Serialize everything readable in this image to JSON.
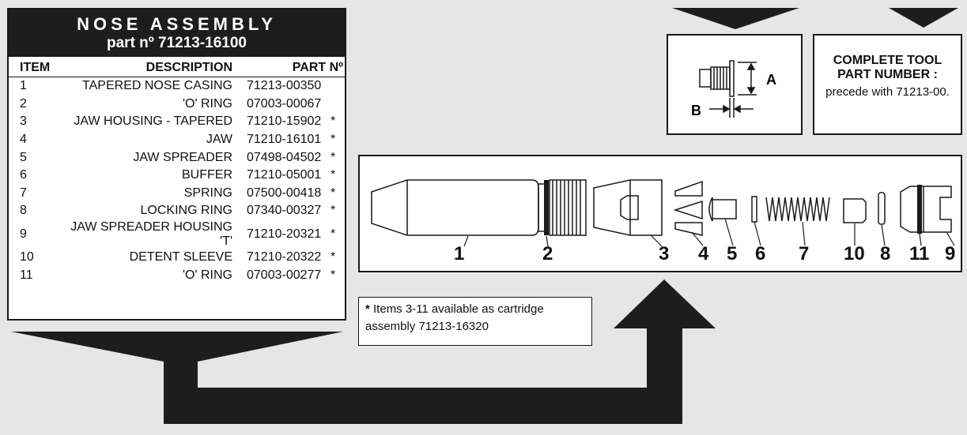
{
  "table": {
    "title": "NOSE ASSEMBLY",
    "subtitle": "part nº 71213-16100",
    "headers": {
      "item": "ITEM",
      "description": "DESCRIPTION",
      "part": "PART Nº"
    },
    "rows": [
      {
        "item": "1",
        "description": "TAPERED NOSE CASING",
        "part": "71213-00350",
        "star": ""
      },
      {
        "item": "2",
        "description": "'O' RING",
        "part": "07003-00067",
        "star": ""
      },
      {
        "item": "3",
        "description": "JAW HOUSING - TAPERED",
        "part": "71210-15902",
        "star": "*"
      },
      {
        "item": "4",
        "description": "JAW",
        "part": "71210-16101",
        "star": "*"
      },
      {
        "item": "5",
        "description": "JAW SPREADER",
        "part": "07498-04502",
        "star": "*"
      },
      {
        "item": "6",
        "description": "BUFFER",
        "part": "71210-05001",
        "star": "*"
      },
      {
        "item": "7",
        "description": "SPRING",
        "part": "07500-00418",
        "star": "*"
      },
      {
        "item": "8",
        "description": "LOCKING RING",
        "part": "07340-00327",
        "star": "*"
      },
      {
        "item": "9",
        "description": "JAW SPREADER HOUSING 'T'",
        "part": "71210-20321",
        "star": "*"
      },
      {
        "item": "10",
        "description": "DETENT SLEEVE",
        "part": "71210-20322",
        "star": "*"
      },
      {
        "item": "11",
        "description": "'O' RING",
        "part": "07003-00277",
        "star": "*"
      }
    ]
  },
  "dimensions": {
    "label_a": "A",
    "label_b": "B"
  },
  "tool_number": {
    "heading_line1": "COMPLETE TOOL",
    "heading_line2": "PART NUMBER :",
    "note": "precede with 71213-00."
  },
  "exploded_view": {
    "labels": [
      "1",
      "2",
      "3",
      "4",
      "5",
      "6",
      "7",
      "10",
      "8",
      "11",
      "9"
    ]
  },
  "cartridge_note": {
    "star": "*",
    "line1": " Items 3-11 available as cartridge",
    "line2": "assembly 71213-16320"
  },
  "colors": {
    "dark": "#1d1d1d",
    "background": "#e6e6e6",
    "panel": "#ffffff"
  }
}
